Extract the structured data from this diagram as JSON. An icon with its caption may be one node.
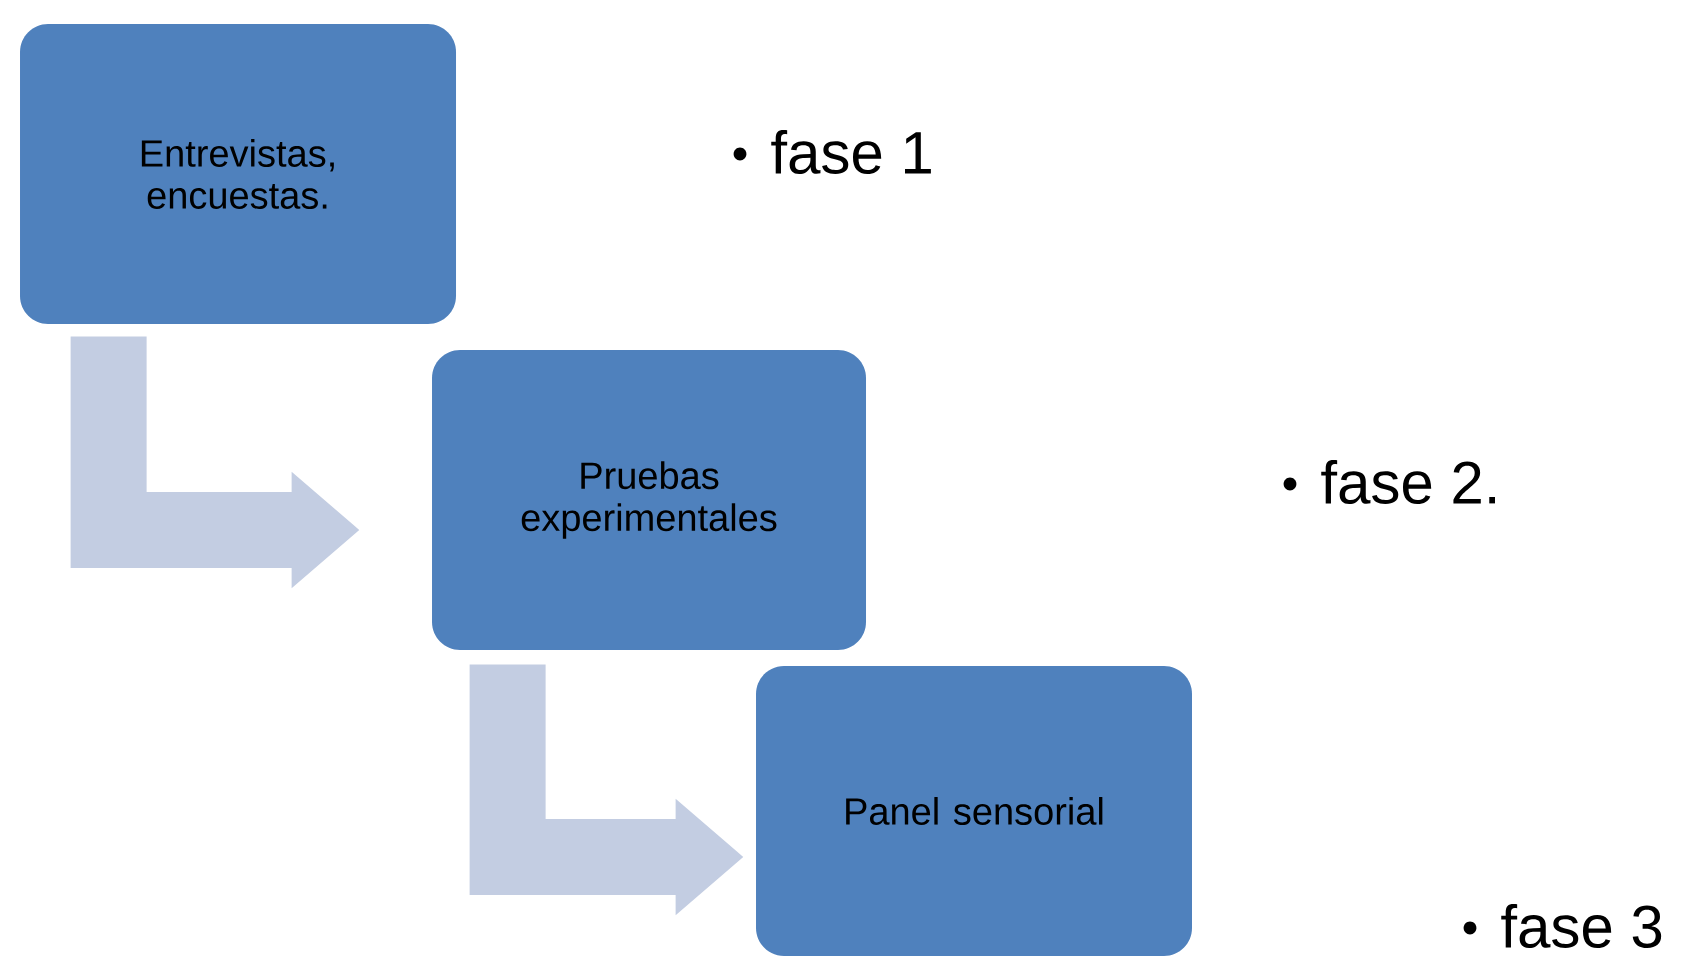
{
  "diagram": {
    "nodes": [
      {
        "text": [
          "Entrevistas, encuestas."
        ]
      },
      {
        "text": [
          "Pruebas experimentales"
        ]
      },
      {
        "text": [
          "Panel sensorial"
        ]
      }
    ],
    "edges": [
      {
        "from": 0,
        "to": 1,
        "arrow": "to"
      },
      {
        "from": 1,
        "to": 2,
        "arrow": "to"
      }
    ],
    "labels": [
      "fase 1",
      "fase 2.",
      "fase 3"
    ]
  }
}
